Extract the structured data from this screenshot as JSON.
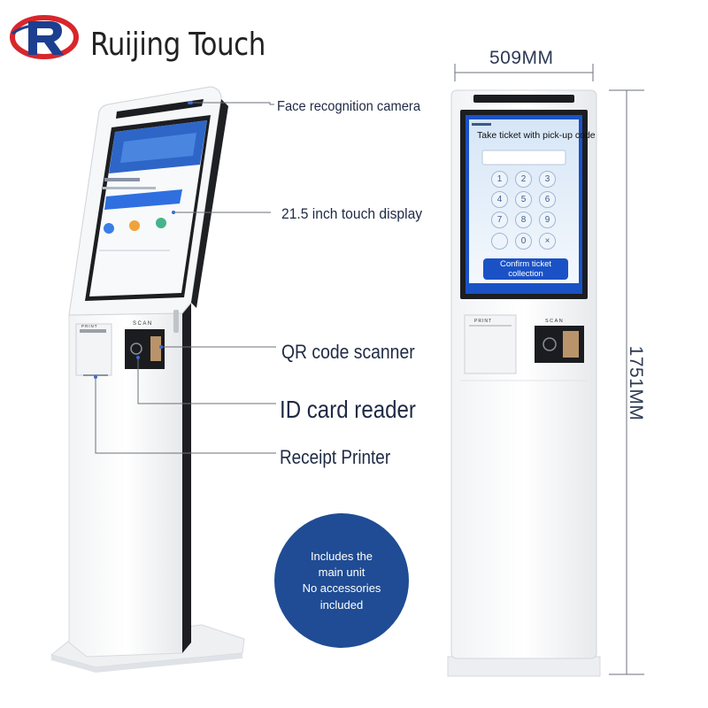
{
  "brand": {
    "name": "Ruijing Touch"
  },
  "callouts": {
    "face_camera": "Face recognition camera",
    "touch_display": "21.5 inch touch display",
    "qr_scanner": "QR code scanner",
    "id_reader": "ID card reader",
    "receipt_printer": "Receipt Printer"
  },
  "dimensions": {
    "width": "509MM",
    "height": "1751MM"
  },
  "package_note": {
    "line1": "Includes the",
    "line2": "main unit",
    "line3": "No accessories",
    "line4": "included"
  },
  "kiosk_screen": {
    "title": "Take ticket with pick-up code",
    "keys": [
      "1",
      "2",
      "3",
      "4",
      "5",
      "6",
      "7",
      "8",
      "9",
      "",
      "0",
      "×"
    ],
    "confirm_line1": "Confirm ticket",
    "confirm_line2": "collection"
  },
  "device_labels": {
    "printer": "PRINT",
    "scanner": "SCAN"
  },
  "colors": {
    "brand_red": "#d8262c",
    "brand_blue": "#1d3f8f",
    "circle_blue": "#1f4c94",
    "screen_blue": "#1a52c6"
  }
}
